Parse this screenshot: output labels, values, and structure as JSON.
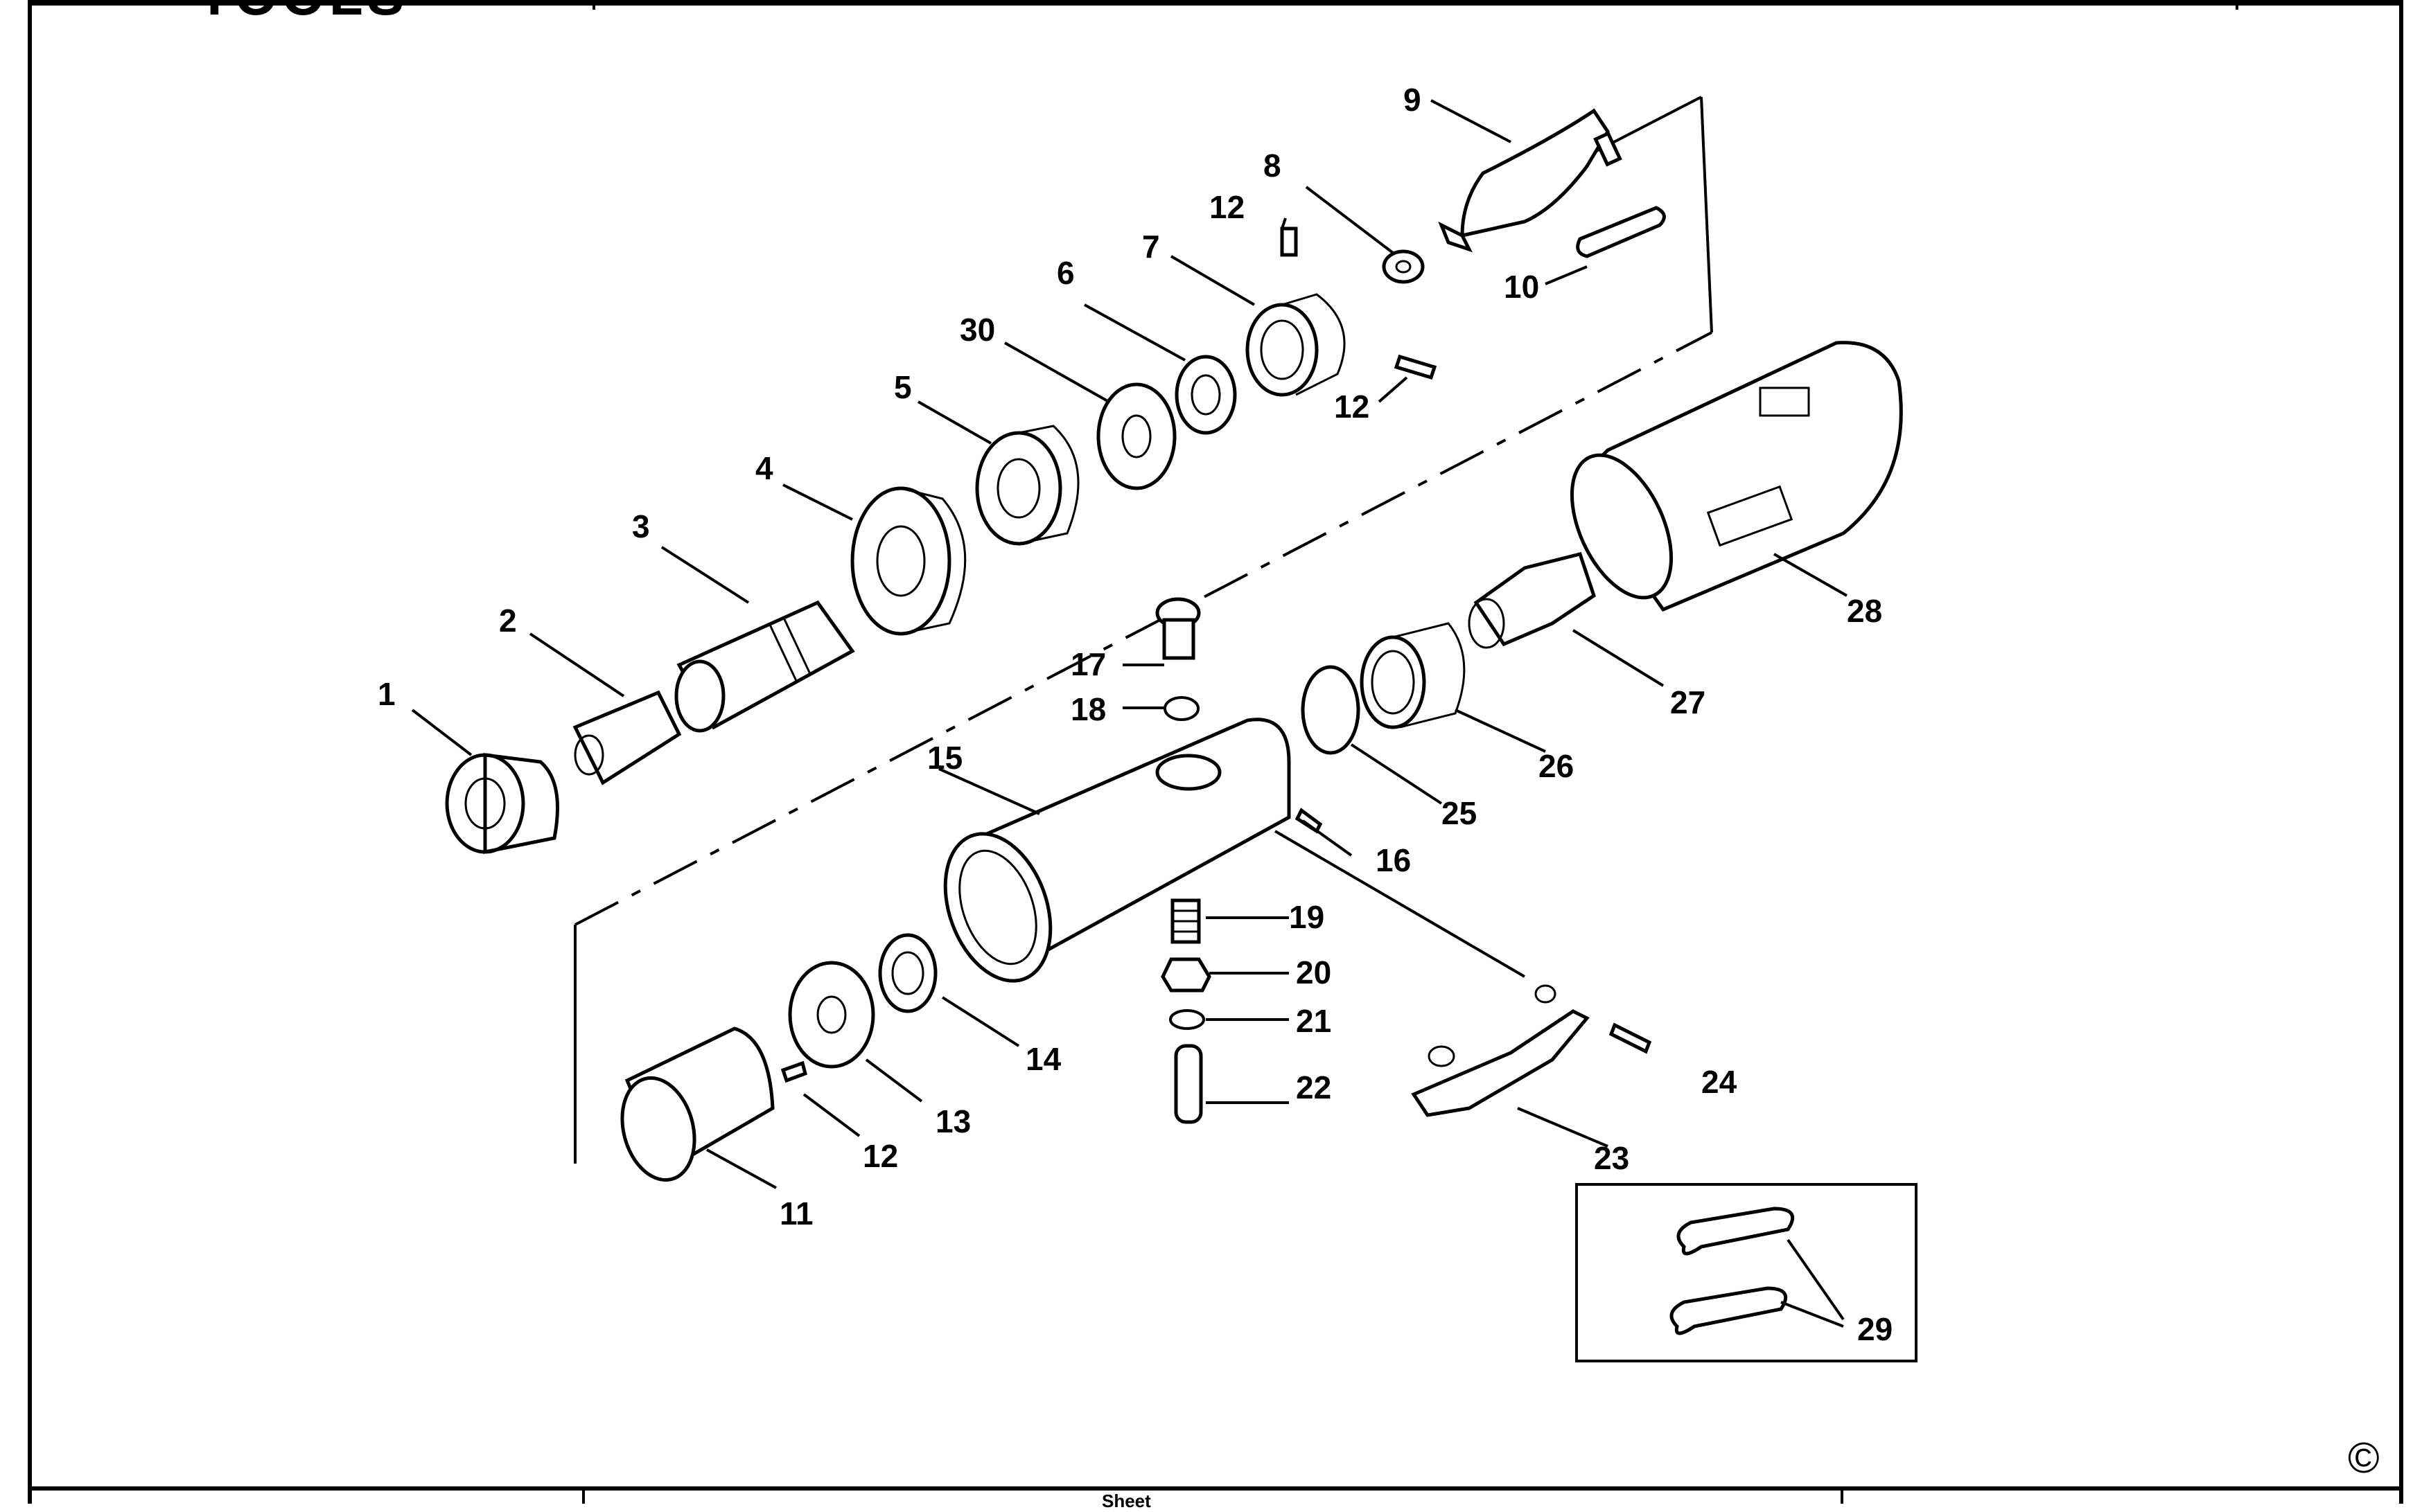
{
  "header": {
    "brand_text": "TOOLS"
  },
  "footer": {
    "copyright_symbol": "©",
    "center_text": "Sheet"
  },
  "diagram": {
    "type": "exploded-parts-view",
    "part_labels": [
      "1",
      "2",
      "3",
      "4",
      "5",
      "6",
      "7",
      "8",
      "9",
      "10",
      "11",
      "12",
      "13",
      "14",
      "15",
      "16",
      "17",
      "18",
      "19",
      "20",
      "21",
      "22",
      "23",
      "24",
      "25",
      "26",
      "27",
      "28",
      "29",
      "30"
    ],
    "callouts": {
      "p1": "1",
      "p2": "2",
      "p3": "3",
      "p4": "4",
      "p5": "5",
      "p6": "6",
      "p7": "7",
      "p8": "8",
      "p9": "9",
      "p10": "10",
      "p11": "11",
      "p12a": "12",
      "p12b": "12",
      "p12c": "12",
      "p13": "13",
      "p14": "14",
      "p15": "15",
      "p16": "16",
      "p17": "17",
      "p18": "18",
      "p19": "19",
      "p20": "20",
      "p21": "21",
      "p22": "22",
      "p23": "23",
      "p24": "24",
      "p25": "25",
      "p26": "26",
      "p27": "27",
      "p28": "28",
      "p29": "29",
      "p30": "30"
    }
  }
}
